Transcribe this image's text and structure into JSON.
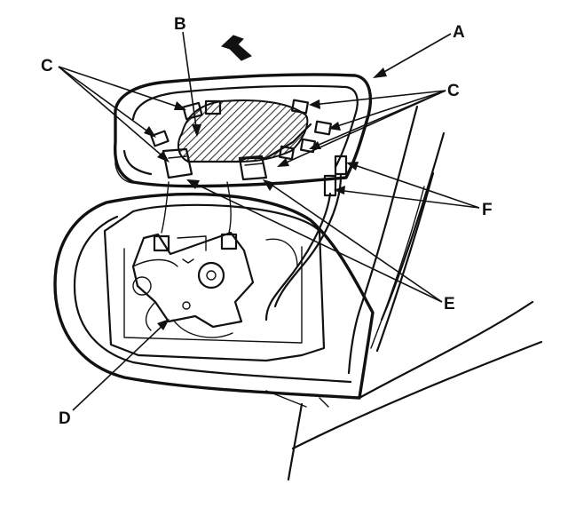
{
  "labels": {
    "a": "A",
    "b": "B",
    "c_left": "C",
    "c_right": "C",
    "d": "D",
    "e": "E",
    "f": "F"
  },
  "colors": {
    "ink": "#111111",
    "paper": "#ffffff",
    "hatch": "#333333"
  }
}
